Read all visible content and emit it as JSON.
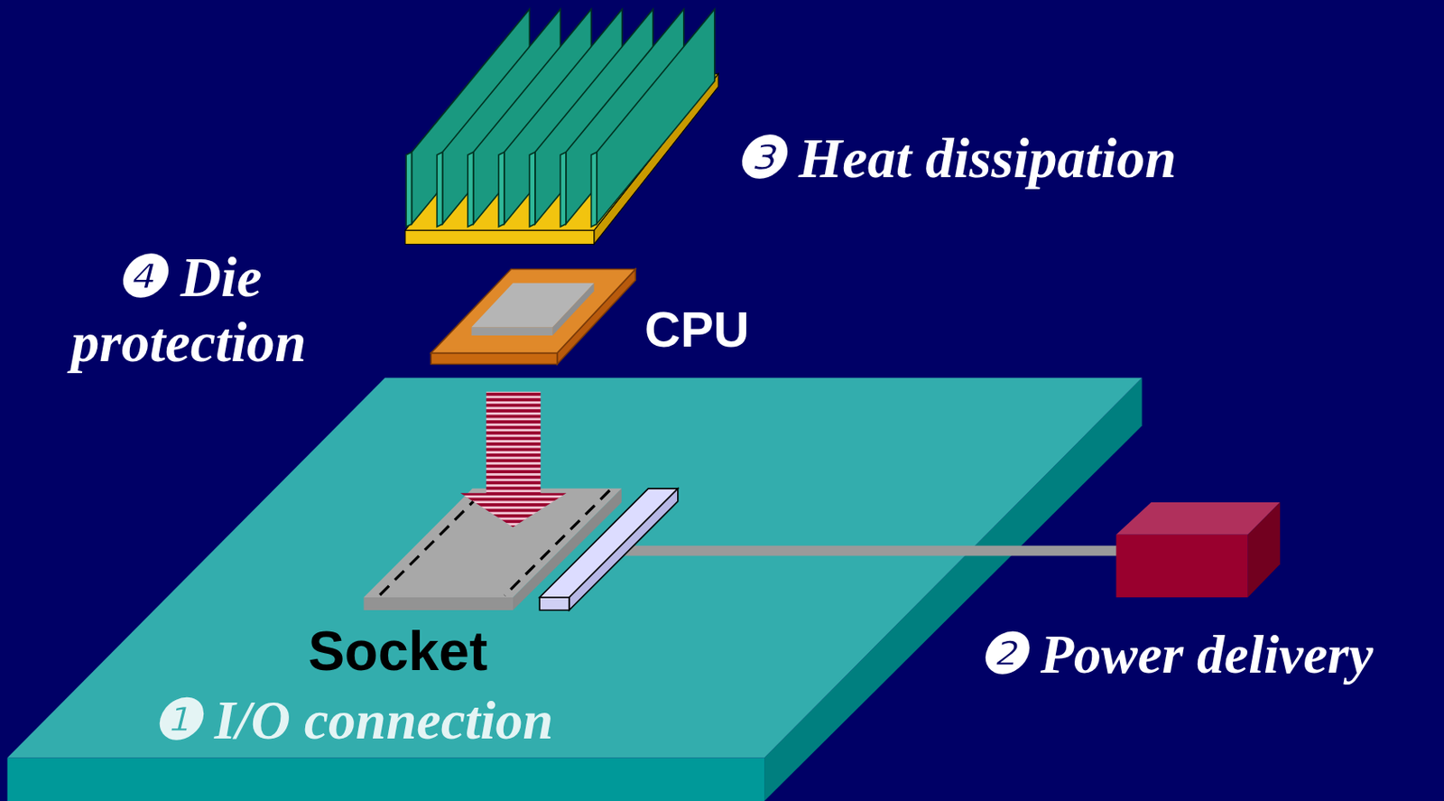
{
  "diagram": {
    "labels": [
      "❸ Heat dissipation",
      "❹ Die protection",
      "CPU",
      "Socket",
      "❷ Power delivery",
      "❶ I/O connection"
    ]
  }
}
